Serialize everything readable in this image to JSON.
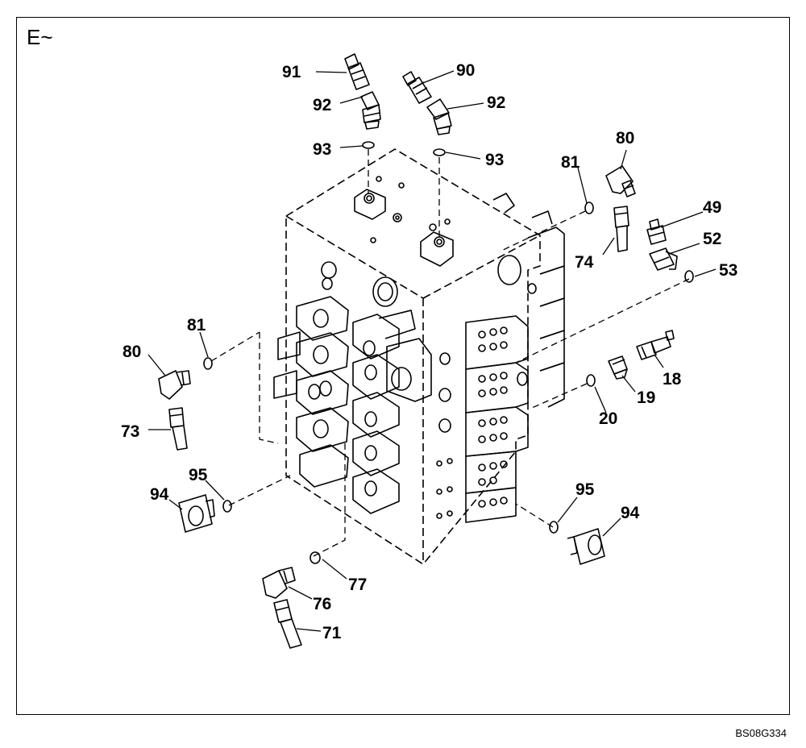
{
  "frame_label": "E~",
  "reference_code": "BS08G334",
  "callouts": [
    {
      "id": "c91",
      "text": "91"
    },
    {
      "id": "c90",
      "text": "90"
    },
    {
      "id": "c92a",
      "text": "92"
    },
    {
      "id": "c92b",
      "text": "92"
    },
    {
      "id": "c93a",
      "text": "93"
    },
    {
      "id": "c93b",
      "text": "93"
    },
    {
      "id": "c81a",
      "text": "81"
    },
    {
      "id": "c80a",
      "text": "80"
    },
    {
      "id": "c49",
      "text": "49"
    },
    {
      "id": "c52",
      "text": "52"
    },
    {
      "id": "c74",
      "text": "74"
    },
    {
      "id": "c53",
      "text": "53"
    },
    {
      "id": "c81b",
      "text": "81"
    },
    {
      "id": "c80b",
      "text": "80"
    },
    {
      "id": "c18",
      "text": "18"
    },
    {
      "id": "c19",
      "text": "19"
    },
    {
      "id": "c73",
      "text": "73"
    },
    {
      "id": "c20",
      "text": "20"
    },
    {
      "id": "c95a",
      "text": "95"
    },
    {
      "id": "c94a",
      "text": "94"
    },
    {
      "id": "c95b",
      "text": "95"
    },
    {
      "id": "c94b",
      "text": "94"
    },
    {
      "id": "c77",
      "text": "77"
    },
    {
      "id": "c76",
      "text": "76"
    },
    {
      "id": "c71",
      "text": "71"
    }
  ]
}
